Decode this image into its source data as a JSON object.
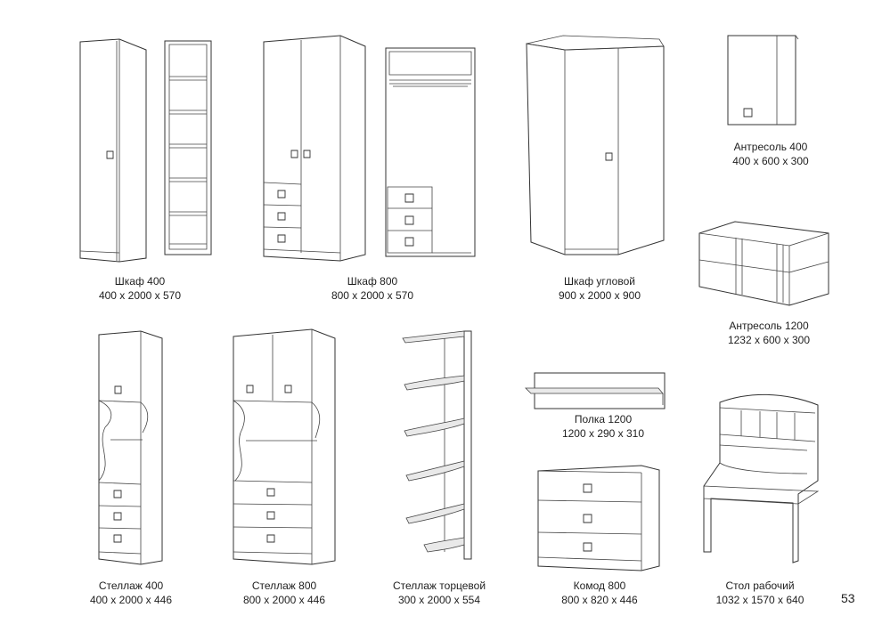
{
  "page_number": "53",
  "items": [
    {
      "name": "Шкаф 400",
      "dims": "400 x 2000 x 570"
    },
    {
      "name": "Шкаф 800",
      "dims": "800 x 2000 x 570"
    },
    {
      "name": "Шкаф угловой",
      "dims": "900 x 2000 x 900"
    },
    {
      "name": "Антресоль 400",
      "dims": "400 x 600 x 300"
    },
    {
      "name": "Антресоль 1200",
      "dims": "1232 x 600 x 300"
    },
    {
      "name": "Стеллаж 400",
      "dims": "400 x 2000 x 446"
    },
    {
      "name": "Стеллаж 800",
      "dims": "800 x 2000 x 446"
    },
    {
      "name": "Стеллаж торцевой",
      "dims": "300 x 2000 x 554"
    },
    {
      "name": "Полка 1200",
      "dims": "1200 x 290 x 310"
    },
    {
      "name": "Комод 800",
      "dims": "800 x 820 x 446"
    },
    {
      "name": "Стол рабочий",
      "dims": "1032 x 1570 x 640"
    }
  ]
}
